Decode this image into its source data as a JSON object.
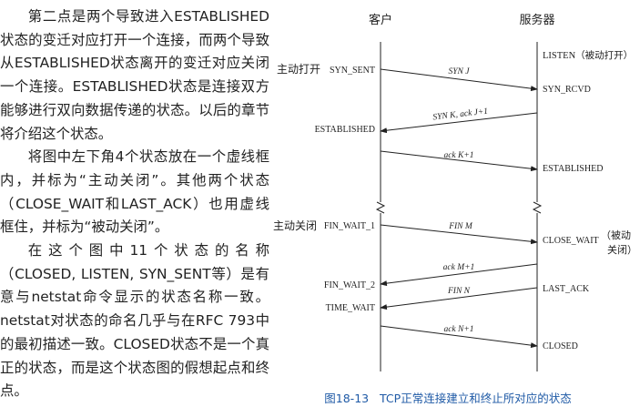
{
  "text": {
    "paragraphs": [
      "第二点是两个导致进入ESTABLISHED状态的变迁对应打开一个连接，而两个导致从ESTABLISHED状态离开的变迁对应关闭一个连接。ESTABLISHED状态是连接双方能够进行双向数据传递的状态。以后的章节将介绍这个状态。",
      "将图中左下角4个状态放在一个虚线框内，并标为“主动关闭”。其他两个状态（CLOSE_WAIT和LAST_ACK）也用虚线框住，并标为“被动关闭”。",
      "在这个图中11个状态的名称（CLOSED, LISTEN, SYN_SENT等）是有意与netstat命令显示的状态名称一致。netstat对状态的命名几乎与在RFC 793中的最初描述一致。CLOSED状态不是一个真正的状态，而是这个状态图的假想起点和终点。"
    ]
  },
  "diagram": {
    "client_header": "客户",
    "server_header": "服务器",
    "client_states": {
      "syn_sent": "SYN_SENT",
      "established": "ESTABLISHED",
      "fin_wait_1": "FIN_WAIT_1",
      "fin_wait_2": "FIN_WAIT_2",
      "time_wait": "TIME_WAIT"
    },
    "server_states": {
      "listen": "LISTEN（被动打开）",
      "syn_rcvd": "SYN_RCVD",
      "established": "ESTABLISHED",
      "close_wait": "CLOSE_WAIT",
      "close_wait_note_1": "（被动",
      "close_wait_note_2": "关闭）",
      "last_ack": "LAST_ACK",
      "closed": "CLOSED"
    },
    "client_notes": {
      "active_open": "主动打开",
      "active_close": "主动关闭"
    },
    "segments": {
      "syn_j": "SYN J",
      "syn_k_ack": "SYN K, ack J+1",
      "ack_k": "ack K+1",
      "fin_m": "FIN M",
      "ack_m": "ack M+1",
      "fin_n": "FIN N",
      "ack_n": "ack N+1"
    },
    "caption": "图18-13   TCP正常连接建立和终止所对应的状态"
  },
  "colors": {
    "caption": "#1f5aa6",
    "line": "#222222"
  }
}
